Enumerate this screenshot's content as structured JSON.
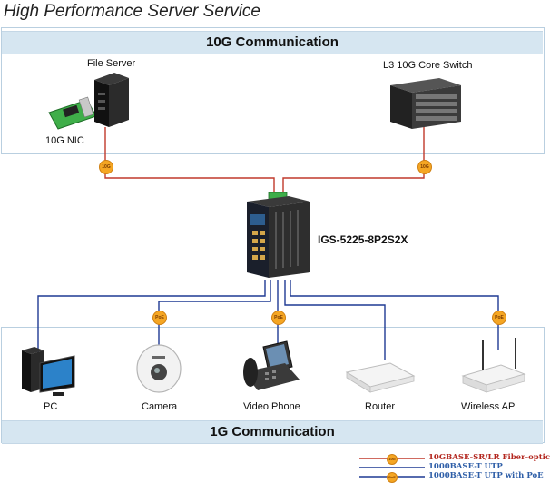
{
  "title": "High Performance Server Service",
  "top_band": "10G Communication",
  "bottom_band": "1G Communication",
  "devices": {
    "file_server": "File Server",
    "nic": "10G NIC",
    "core_switch": "L3 10G Core Switch",
    "switch_model": "IGS-5225-8P2S2X",
    "pc": "PC",
    "camera": "Camera",
    "video_phone": "Video Phone",
    "router": "Router",
    "wireless_ap": "Wireless AP"
  },
  "badges": {
    "ten_g": "10G",
    "poe": "PoE"
  },
  "legend": [
    {
      "label": "10GBASE-SR/LR Fiber-optic",
      "color": "#c0392b",
      "badge": "10G"
    },
    {
      "label": "1000BASE-T UTP",
      "color": "#1f3a93",
      "badge": ""
    },
    {
      "label": "1000BASE-T UTP with PoE",
      "color": "#1f3a93",
      "badge": "PoE"
    }
  ],
  "colors": {
    "fiber": "#c0392b",
    "utp": "#1f3a93",
    "badge": "#f5a623",
    "band": "#d6e6f1"
  }
}
